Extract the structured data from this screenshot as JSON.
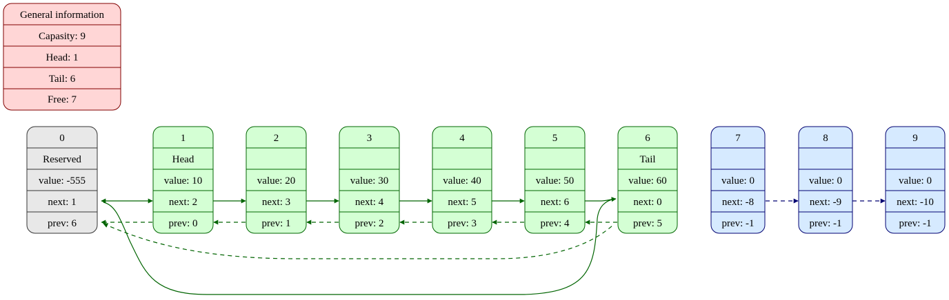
{
  "colors": {
    "info_border": "#800000",
    "info_fill": "#ffd6d6",
    "reserved_border": "#333333",
    "reserved_fill": "#e8e8e8",
    "used_border": "#006400",
    "used_fill": "#d4ffd4",
    "free_border": "#000070",
    "free_fill": "#d6eaff"
  },
  "info": {
    "title": "General information",
    "rows": [
      "Capasity: 9",
      "Head: 1",
      "Tail: 6",
      "Free: 7"
    ]
  },
  "nodes": [
    {
      "index": "0",
      "label": "Reserved",
      "value": "value: -555",
      "next": "next: 1",
      "prev": "prev: 6",
      "kind": "reserved"
    },
    {
      "index": "1",
      "label": "Head",
      "value": "value: 10",
      "next": "next: 2",
      "prev": "prev: 0",
      "kind": "used"
    },
    {
      "index": "2",
      "label": "",
      "value": "value: 20",
      "next": "next: 3",
      "prev": "prev: 1",
      "kind": "used"
    },
    {
      "index": "3",
      "label": "",
      "value": "value: 30",
      "next": "next: 4",
      "prev": "prev: 2",
      "kind": "used"
    },
    {
      "index": "4",
      "label": "",
      "value": "value: 40",
      "next": "next: 5",
      "prev": "prev: 3",
      "kind": "used"
    },
    {
      "index": "5",
      "label": "",
      "value": "value: 50",
      "next": "next: 6",
      "prev": "prev: 4",
      "kind": "used"
    },
    {
      "index": "6",
      "label": "Tail",
      "value": "value: 60",
      "next": "next: 0",
      "prev": "prev: 5",
      "kind": "used"
    },
    {
      "index": "7",
      "label": "",
      "value": "value: 0",
      "next": "next: -8",
      "prev": "prev: -1",
      "kind": "free"
    },
    {
      "index": "8",
      "label": "",
      "value": "value: 0",
      "next": "next: -9",
      "prev": "prev: -1",
      "kind": "free"
    },
    {
      "index": "9",
      "label": "",
      "value": "value: 0",
      "next": "next: -10",
      "prev": "prev: -1",
      "kind": "free"
    }
  ]
}
